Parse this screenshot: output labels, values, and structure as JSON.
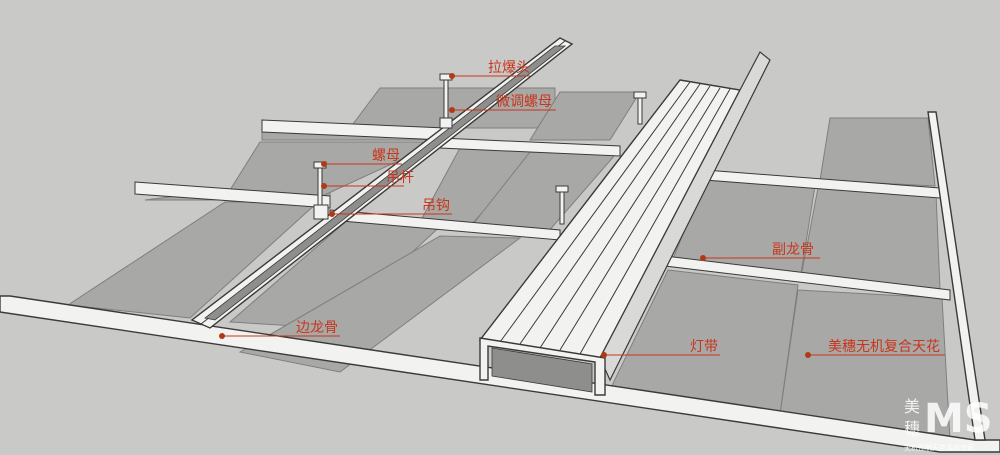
{
  "colors": {
    "background": "#c9c9c7",
    "panel": "#a8a8a6",
    "panel_edge": "#7f7f7d",
    "rail": "#f2f2f0",
    "outline": "#3a3a3a",
    "label": "#c8361c",
    "leader_dot": "#b13a14"
  },
  "labels": {
    "pull_expansion": "拉爆头",
    "fine_nut": "微调螺母",
    "nut": "螺母",
    "rod": "吊杆",
    "hook": "吊钩",
    "sub_keel": "副龙骨",
    "edge_keel": "边龙骨",
    "light_strip": "灯带",
    "ceiling": "美穗无机复合天花"
  },
  "watermark": {
    "brand_char_1": "美",
    "brand_char_2": "穗",
    "logo_text": "MS",
    "tagline": "无机预制天花系统专家"
  }
}
